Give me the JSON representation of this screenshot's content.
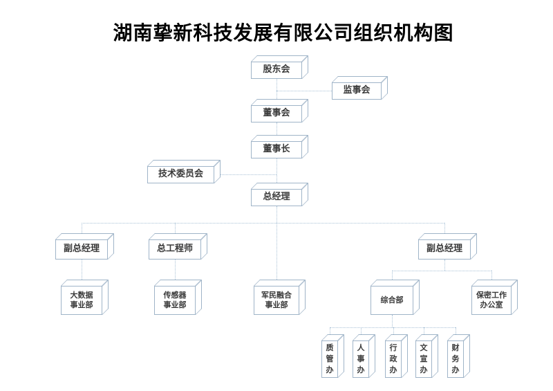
{
  "title": "湖南挚新科技发展有限公司组织机构图",
  "colors": {
    "box_border": "#9fb4c8",
    "connector": "#a9c1d6",
    "label_text": "#3a3a3a",
    "title_text": "#000000",
    "background": "#ffffff"
  },
  "nodes": {
    "shareholders_meeting": {
      "label": "股东会"
    },
    "supervisory_board": {
      "label": "监事会"
    },
    "board_of_directors": {
      "label": "董事会"
    },
    "chairman": {
      "label": "董事长"
    },
    "tech_committee": {
      "label": "技术委员会"
    },
    "general_manager": {
      "label": "总经理"
    },
    "deputy_gm_left": {
      "label": "副总经理"
    },
    "chief_engineer": {
      "label": "总工程师"
    },
    "deputy_gm_right": {
      "label": "副总经理"
    },
    "big_data_division": {
      "label": "大数据\n事业部"
    },
    "sensor_division": {
      "label": "传感器\n事业部"
    },
    "mil_civ_division": {
      "label": "军民融合\n事业部"
    },
    "general_department": {
      "label": "综合部"
    },
    "security_office": {
      "label": "保密工作\n办公室"
    },
    "quality_office": {
      "label": "质\n管\n办"
    },
    "personnel_office": {
      "label": "人\n事\n办"
    },
    "admin_office": {
      "label": "行\n政\n办"
    },
    "publicity_office": {
      "label": "文\n宣\n办"
    },
    "finance_office": {
      "label": "财\n务\n办"
    }
  }
}
